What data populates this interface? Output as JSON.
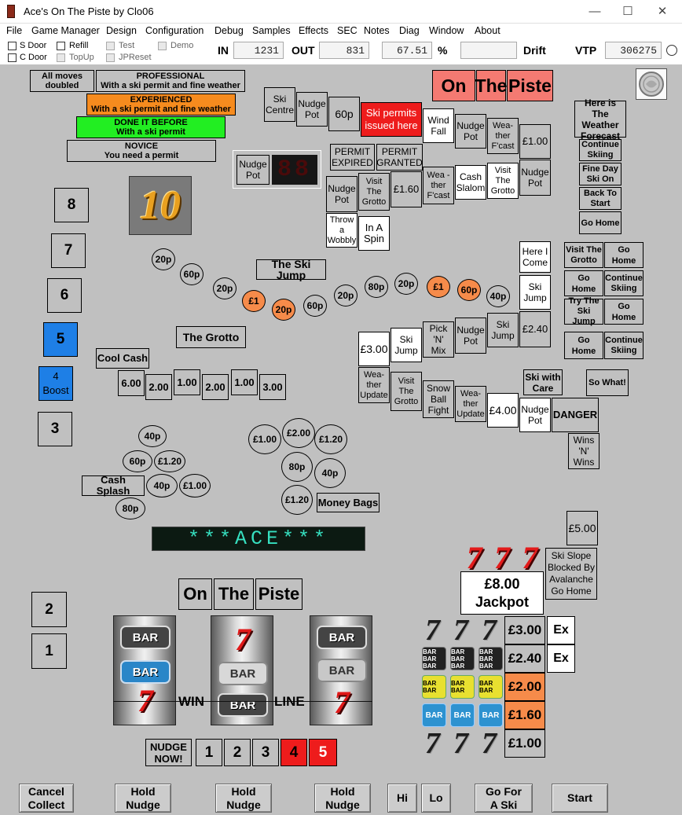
{
  "window": {
    "title": "Ace's On The Piste by Clo06",
    "min": "—",
    "max": "☐",
    "close": "✕"
  },
  "menu": [
    "File",
    "Game Manager",
    "Design",
    "Configuration",
    "Debug",
    "Samples",
    "Effects",
    "SEC",
    "Notes",
    "Diag",
    "Window",
    "About"
  ],
  "toolbar": {
    "s_door": "S Door",
    "c_door": "C Door",
    "refill": "Refill",
    "topup": "TopUp",
    "test": "Test",
    "jpreset": "JPReset",
    "demo": "Demo",
    "in_label": "IN",
    "in_value": "1231",
    "out_label": "OUT",
    "out_value": "831",
    "pct_value": "67.51",
    "pct_label": "%",
    "drift_value": "",
    "drift_label": "Drift",
    "vtp_label": "VTP",
    "vtp_value": "306275"
  },
  "levels": {
    "all_moves": "All moves\ndoubled",
    "professional": "PROFESSIONAL\nWith a ski permit and fine weather",
    "experienced": "EXPERIENCED\nWith a ski permit and fine weather",
    "done_before": "DONE IT BEFORE\nWith a ski permit",
    "novice": "NOVICE\nYou need a permit"
  },
  "title_tiles": [
    "On",
    "The",
    "Piste"
  ],
  "mid_title_tiles": [
    "On",
    "The",
    "Piste"
  ],
  "top_trail": {
    "ski_centre": "Ski\nCentre",
    "nudge_pot1": "Nudge\nPot",
    "p60": "60p",
    "permits": "Ski permits\nissued here",
    "wind_fall": "Wind\nFall",
    "nudge_pot2": "Nudge\nPot",
    "weather_fcast1": "Wea-\nther\nF'cast",
    "pound1": "£1.00",
    "permit_expired": "PERMIT\nEXPIRED",
    "permit_granted": "PERMIT\nGRANTED",
    "nudge_pot_disp": "Nudge\nPot",
    "disp_digits": "88",
    "nudge_pot3": "Nudge\nPot",
    "visit_grotto1": "Visit\nThe\nGrotto",
    "pound160": "£1.60",
    "weather_fcast2": "Wea -\nther\nF'cast",
    "cash_slalom": "Cash\nSlalom",
    "visit_grotto2": "Visit\nThe\nGrotto",
    "nudge_pot4": "Nudge\nPot",
    "throw_wobbly": "Throw a\nWobbly",
    "in_a_spin": "In A\nSpin"
  },
  "right_col": {
    "weather_forecast": "Here is The\nWeather\nForecast",
    "continue1": "Continue\nSkiing",
    "fine_day": "Fine Day\nSki On",
    "back_start": "Back To\nStart",
    "go_home1": "Go Home",
    "here_i_come": "Here I\nCome",
    "ski_jump1": "Ski\nJump",
    "ski_jump2": "Ski\nJump",
    "pound240": "£2.40",
    "visit_grotto3": "Visit The\nGrotto",
    "go_home2": "Go Home",
    "go_home3": "Go Home",
    "continue2": "Continue\nSkiing",
    "try_ski_jump": "Try The\nSki Jump",
    "go_home4": "Go Home",
    "go_home5": "Go Home",
    "continue3": "Continue\nSkiing"
  },
  "middle": {
    "ski_jump_label": "The Ski Jump",
    "grotto_label": "The Grotto",
    "cool_cash": "Cool Cash",
    "cool_vals": [
      "6.00",
      "2.00",
      "1.00",
      "2.00",
      "1.00",
      "3.00"
    ],
    "pound3": "£3.00",
    "ski_jump3": "Ski\nJump",
    "pick_n_mix": "Pick\n'N'\nMix",
    "nudge_pot5": "Nudge\nPot",
    "ski_jump4": "Ski\nJump",
    "weather_update1": "Wea-\nther\nUpdate",
    "visit_grotto4": "Visit\nThe\nGrotto",
    "snow_ball": "Snow\nBall\nFight",
    "weather_update2": "Wea-\nther\nUpdate",
    "pound4": "£4.00",
    "nudge_pot6": "Nudge\nPot",
    "ski_with_care": "Ski with\nCare",
    "so_what": "So What!",
    "danger": "DANGER",
    "wins_n_wins": "Wins\n'N'\nWins"
  },
  "jump_coins": [
    "20p",
    "60p",
    "20p",
    "£1",
    "20p",
    "60p",
    "20p",
    "80p",
    "20p",
    "£1",
    "60p",
    "40p"
  ],
  "left_numbers": [
    "8",
    "7",
    "6",
    "5",
    "4\nBoost",
    "3",
    "2",
    "1"
  ],
  "ten_logo": "10",
  "cash_splash": {
    "label": "Cash Splash",
    "coins": [
      "40p",
      "60p",
      "£1.20",
      "40p",
      "£1.00",
      "80p"
    ]
  },
  "money_bags": {
    "label": "Money Bags",
    "coins": [
      "£1.00",
      "£2.00",
      "£1.20",
      "80p",
      "40p",
      "£1.20"
    ]
  },
  "ace_display": "***ACE***",
  "win_line": {
    "win": "WIN",
    "line": "LINE"
  },
  "jackpot": {
    "five": "£5.00",
    "avalanche": "Ski Slope\nBlocked By\nAvalanche\nGo Home",
    "amount": "£8.00",
    "label": "Jackpot"
  },
  "paytable": [
    {
      "symbols": "777",
      "value": "£3.00",
      "extra": "Ex"
    },
    {
      "symbols": "BAR",
      "value": "£2.40",
      "extra": "Ex"
    },
    {
      "symbols": "BAR",
      "value": "£2.00",
      "extra": ""
    },
    {
      "symbols": "BAR",
      "value": "£1.60",
      "extra": ""
    },
    {
      "symbols": "777",
      "value": "£1.00",
      "extra": ""
    }
  ],
  "nudge": {
    "label": "NUDGE\nNOW!",
    "digits": [
      "1",
      "2",
      "3",
      "4",
      "5"
    ]
  },
  "buttons": {
    "cancel": "Cancel\nCollect",
    "hold1": "Hold\nNudge",
    "hold2": "Hold\nNudge",
    "hold3": "Hold\nNudge",
    "hi": "Hi",
    "lo": "Lo",
    "go_ski": "Go For\nA Ski",
    "start": "Start"
  },
  "colors": {
    "orange_lamp": "#f68b4a",
    "red_lamp": "#ee1c1c",
    "green_lamp": "#22ee22",
    "blue_lamp": "#1e7fe6",
    "title_pink": "#f47a72"
  }
}
